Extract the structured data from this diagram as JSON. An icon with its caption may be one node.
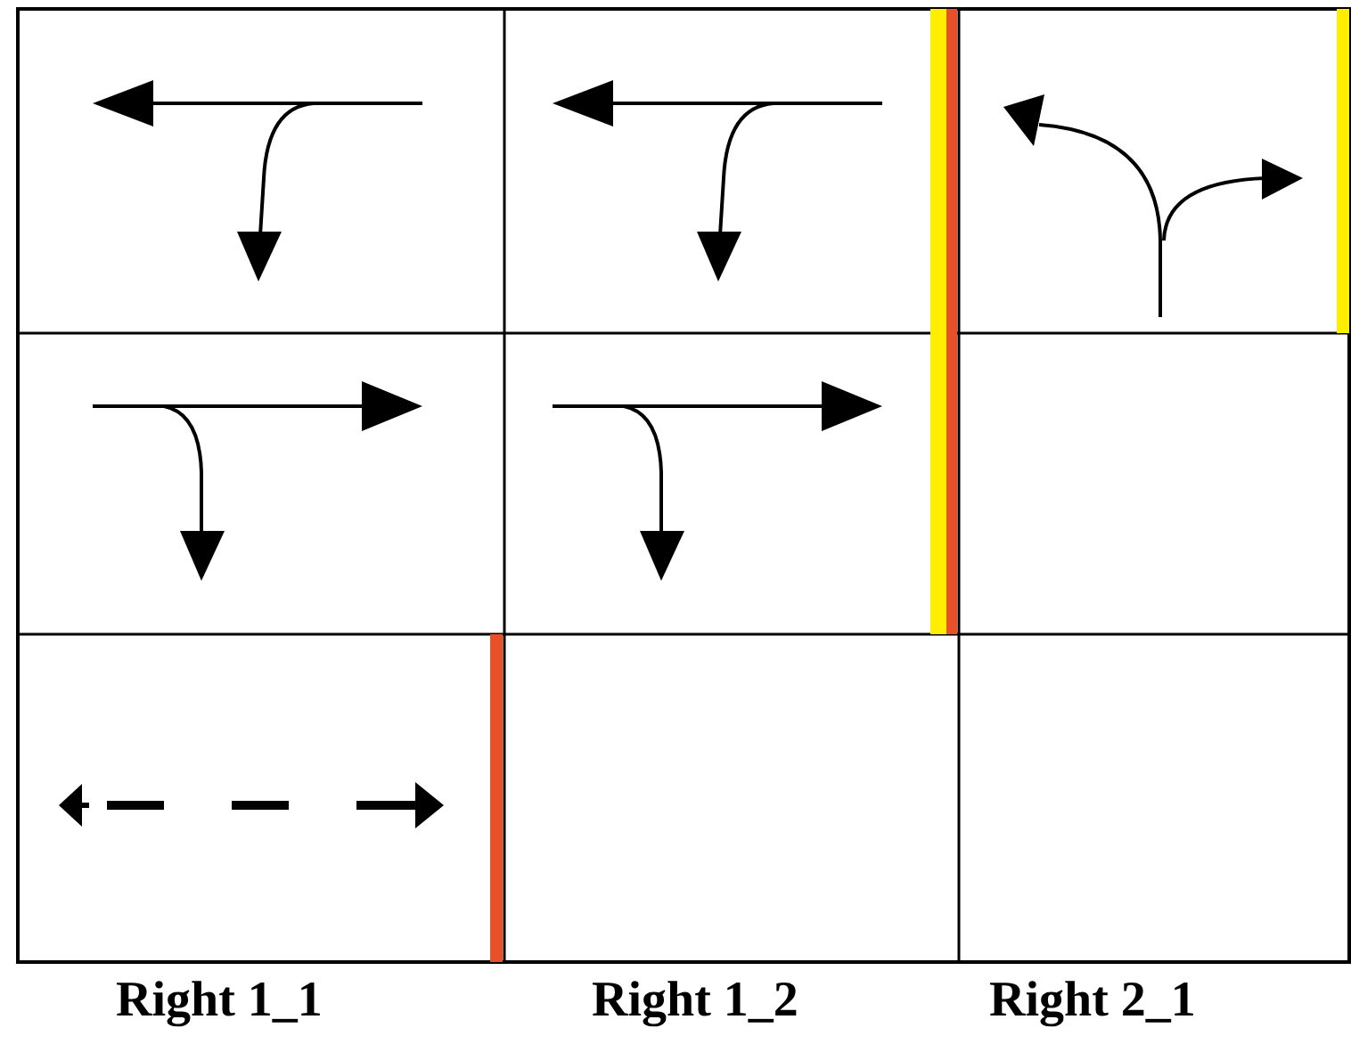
{
  "diagram": {
    "labels": [
      "Right 1_1",
      "Right 1_2",
      "Right 2_1"
    ]
  }
}
